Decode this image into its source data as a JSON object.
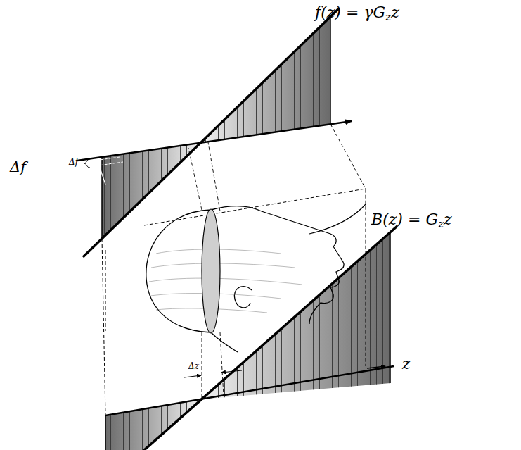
{
  "diagram": {
    "labels": [
      "f(z) = γGzz",
      "Δf",
      "Δf",
      "B(z) = Gzz",
      "z",
      "Δz"
    ]
  }
}
